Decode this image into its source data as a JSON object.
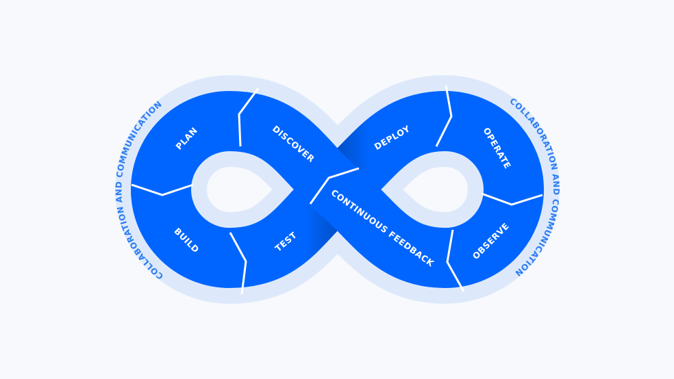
{
  "colors": {
    "background": "#f7f9fc",
    "halo": "#dde9fb",
    "band": "#0065ff",
    "band_shadow": "#0052cc",
    "ring_text": "#2c7cf2"
  },
  "ring_labels": {
    "left": "COLLABORATION AND COMMUNICATION",
    "right": "COLLABORATION AND COMMUNICATION"
  },
  "stages": {
    "plan": "PLAN",
    "discover": "DISCOVER",
    "build": "BUILD",
    "test": "TEST",
    "deploy": "DEPLOY",
    "operate": "OPERATE",
    "continuous_feedback": "CONTINUOUS FEEDBACK",
    "observe": "OBSERVE"
  }
}
